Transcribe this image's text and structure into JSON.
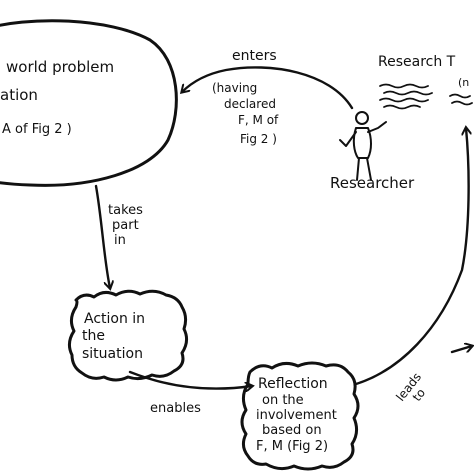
{
  "diagram": {
    "situation": {
      "line1": "world problem",
      "line2": "ation",
      "line3": "A of Fig 2 )"
    },
    "enters": {
      "label": "enters",
      "note_line1": "(having",
      "note_line2": "declared",
      "note_line3": "F, M of",
      "note_line4": "Fig 2 )"
    },
    "research_themes": {
      "label": "Research T",
      "note": "(n"
    },
    "researcher": {
      "label": "Researcher"
    },
    "takes_part": {
      "line1": "takes",
      "line2": "part",
      "line3": "in"
    },
    "action": {
      "line1": "Action in",
      "line2": "the",
      "line3": "situation"
    },
    "enables": {
      "label": "enables"
    },
    "reflection": {
      "line1": "Reflection",
      "line2": "on the",
      "line3": "involvement",
      "line4": "based on",
      "line5": "F, M (Fig 2)"
    },
    "leads_to": {
      "line1": "leads",
      "line2": "to"
    }
  }
}
